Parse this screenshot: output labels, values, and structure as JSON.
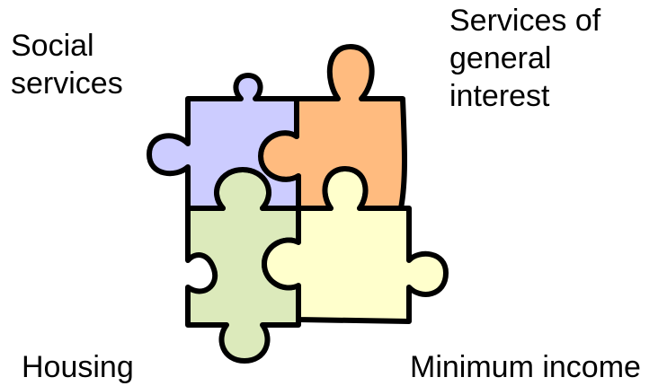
{
  "labels": {
    "social": [
      "Social",
      "services"
    ],
    "services_general_interest": [
      "Services of",
      "general",
      "interest"
    ],
    "housing": "Housing",
    "minimum_income": "Minimum income"
  },
  "pieces": {
    "social": {
      "fill": "#ccccff"
    },
    "services_general_interest": {
      "fill": "#ffbb7f"
    },
    "housing": {
      "fill": "#dceabb"
    },
    "minimum_income": {
      "fill": "#ffffcc"
    },
    "outline": "#000000"
  }
}
